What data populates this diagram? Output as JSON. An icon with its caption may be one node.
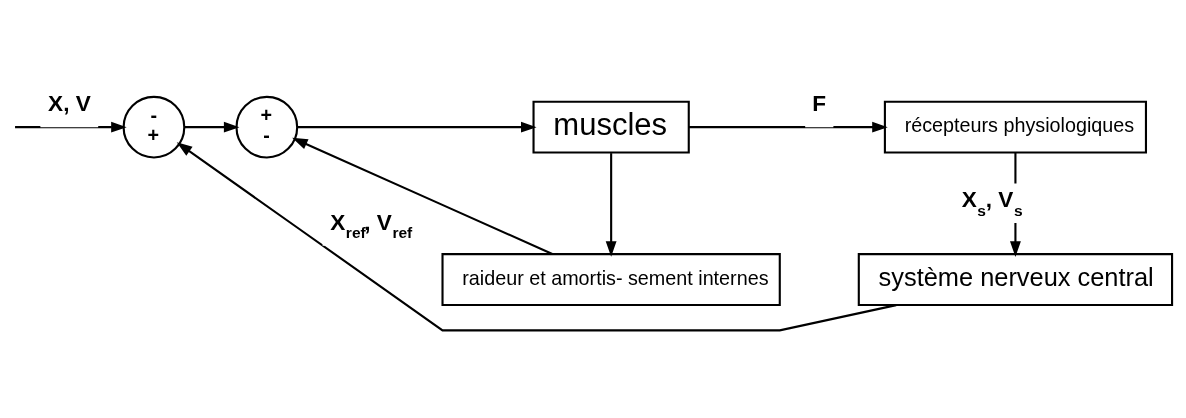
{
  "diagram": {
    "nodes": [
      {
        "text": [
          "-",
          "+"
        ]
      },
      {
        "text": [
          "+",
          "-"
        ]
      },
      {
        "text": [
          "muscles"
        ]
      },
      {
        "text": [
          "récepteurs physiologiques"
        ]
      },
      {
        "text": [
          "raideur et amortis- sement internes"
        ]
      },
      {
        "text": [
          "système nerveux central"
        ]
      }
    ],
    "edges": [
      {
        "from": null,
        "to": 0,
        "arrow": "to",
        "label": "X, V"
      },
      {
        "from": 0,
        "to": 1,
        "arrow": "to"
      },
      {
        "from": 1,
        "to": 2,
        "arrow": "to"
      },
      {
        "from": 2,
        "to": 3,
        "arrow": "to",
        "label": "F"
      },
      {
        "from": 2,
        "to": 4,
        "arrow": "to"
      },
      {
        "from": 4,
        "to": 1,
        "arrow": "to"
      },
      {
        "from": 3,
        "to": 5,
        "arrow": "to",
        "label": "X$_{s}$, V$_{s}$"
      },
      {
        "from": 5,
        "to": 0,
        "arrow": "to",
        "label": "X$_{ref}$, V$_{ref}$"
      }
    ]
  }
}
